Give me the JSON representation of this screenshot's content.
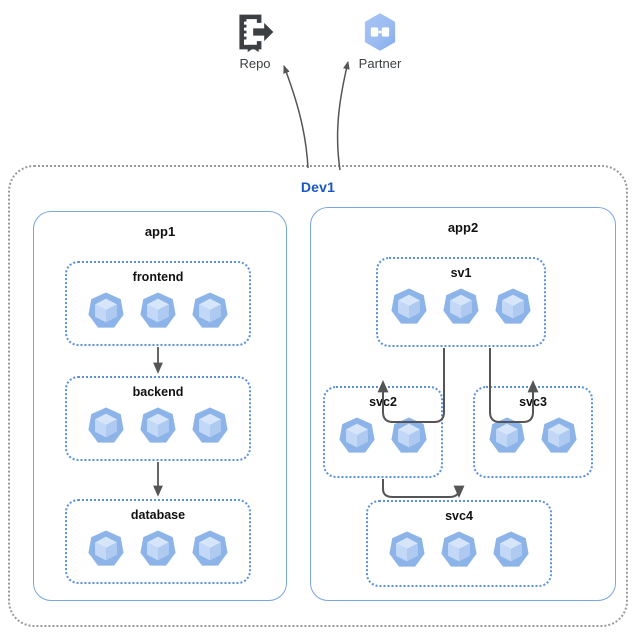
{
  "diagram": {
    "title_hidden": "",
    "colors": {
      "pod_fill": "#8db4e8",
      "pod_cube_light": "#cfe0f8",
      "pod_cube_mid": "#bdd5f5",
      "pod_cube_dark": "#a9c8f0",
      "app_border": "#7aa7e0",
      "service_border": "#5a92dd",
      "boundary_border": "#9b9b9b",
      "boundary_label": "#1a56c4",
      "arrow": "#555555",
      "repo_icon": "#3c4043",
      "partner_icon": "#93b7f0",
      "label_text": "#111111"
    }
  },
  "external_nodes": [
    {
      "id": "repo",
      "label": "Repo",
      "icon": "repo-icon"
    },
    {
      "id": "partner",
      "label": "Partner",
      "icon": "partner-hexagon-icon"
    }
  ],
  "boundary": {
    "label": "Dev1"
  },
  "apps": [
    {
      "id": "app1",
      "label": "app1",
      "services": [
        {
          "id": "frontend",
          "label": "frontend",
          "pods": 3
        },
        {
          "id": "backend",
          "label": "backend",
          "pods": 3
        },
        {
          "id": "database",
          "label": "database",
          "pods": 3
        }
      ]
    },
    {
      "id": "app2",
      "label": "app2",
      "services": [
        {
          "id": "sv1",
          "label": "sv1",
          "pods": 3
        },
        {
          "id": "svc2",
          "label": "svc2",
          "pods": 2
        },
        {
          "id": "svc3",
          "label": "svc3",
          "pods": 2
        },
        {
          "id": "svc4",
          "label": "svc4",
          "pods": 3
        }
      ]
    }
  ],
  "connections": [
    {
      "from": "frontend",
      "to": "backend",
      "style": "straight"
    },
    {
      "from": "backend",
      "to": "database",
      "style": "straight"
    },
    {
      "from": "sv1",
      "to": "svc2",
      "style": "elbow"
    },
    {
      "from": "sv1",
      "to": "svc3",
      "style": "elbow"
    },
    {
      "from": "svc2",
      "to": "svc4",
      "style": "elbow"
    },
    {
      "from": "Dev1",
      "to": "repo",
      "style": "curve"
    },
    {
      "from": "Dev1",
      "to": "partner",
      "style": "curve"
    }
  ]
}
